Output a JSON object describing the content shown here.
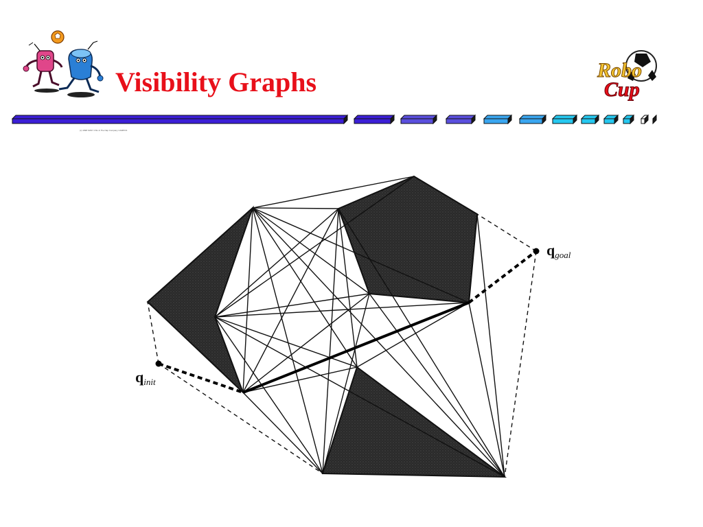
{
  "slide": {
    "title": "Visibility Graphs",
    "title_color": "#e8101a"
  },
  "header": {
    "mascot_credit": "(c) 1998 SONY CSL & The Nap Company CAMPUS",
    "logo_text": "RoboCup",
    "logo_part1": "Robo",
    "logo_part2": "Cup"
  },
  "progress_bar": {
    "colors": [
      "#3b1fd6",
      "#5a4fdd",
      "#3aa6f0",
      "#26c8f0"
    ]
  },
  "diagram": {
    "goal_label": "q",
    "goal_subscript": "goal",
    "init_label": "q",
    "init_subscript": "init"
  }
}
